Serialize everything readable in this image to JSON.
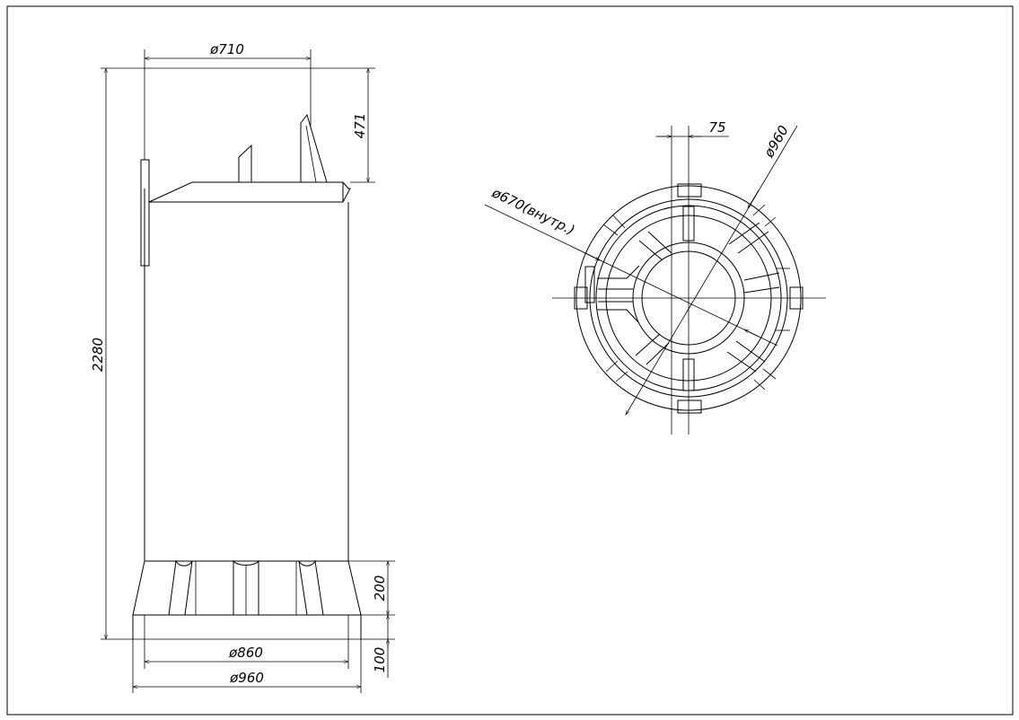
{
  "drawing": {
    "side_view": {
      "dims": {
        "top_diameter": "ø710",
        "neck_height": "471",
        "total_height": "2280",
        "base_cone_height": "200",
        "base_ring_height": "100",
        "base_inner_diameter": "ø860",
        "base_outer_diameter": "ø960"
      }
    },
    "top_view": {
      "dims": {
        "rib_width": "75",
        "outer_diameter": "ø960",
        "inner_diameter": "ø670(внутр.)"
      }
    }
  }
}
